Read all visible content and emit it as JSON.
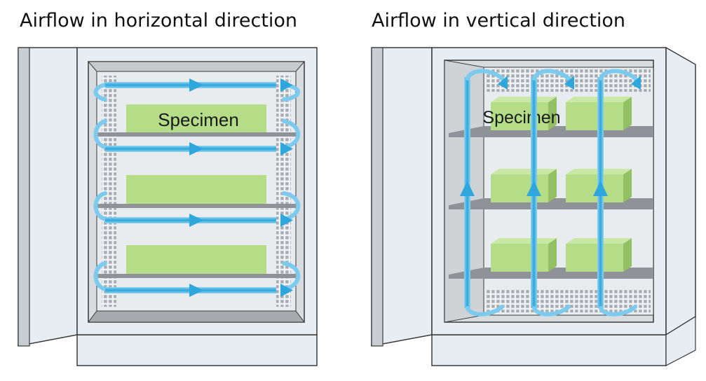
{
  "panels": {
    "left": {
      "title": "Airflow in horizontal direction",
      "specimen_label": "Specimen"
    },
    "right": {
      "title": "Airflow in vertical direction",
      "specimen_label": "Specimen"
    }
  },
  "colors": {
    "cabinet": "#e6eef3",
    "outline": "#3a3a3a",
    "shelf": "#8f9296",
    "specimen": "#b5dc86",
    "specimen_side": "#94c064",
    "airflow": "#3fb0e0",
    "vent": "#a8abaf"
  },
  "icons": {
    "airflow_arrow": "arrow-right-icon",
    "airflow_up": "arrow-up-icon",
    "vent_grille": "grille-pattern"
  }
}
